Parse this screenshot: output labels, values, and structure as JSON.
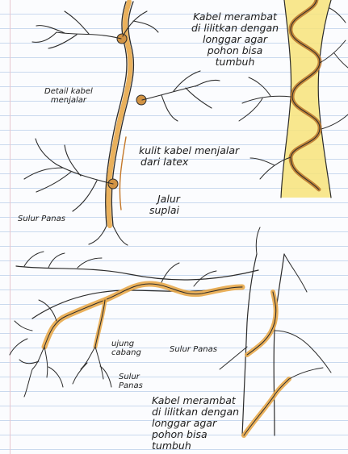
{
  "labels": {
    "top_right_note": [
      "Kabel merambat",
      "di lilitkan dengan",
      "longgar agar",
      "pohon bisa",
      "tumbuh"
    ],
    "detail": [
      "Detail kabel",
      "menjalar"
    ],
    "latex": [
      "kulit kabel menjalar",
      "dari latex"
    ],
    "supply": [
      "Jalur",
      "suplai"
    ],
    "sulur_panas_top": "Sulur Panas",
    "ujung": [
      "ujung",
      "cabang"
    ],
    "sulur_panas_mid": "Sulur Panas",
    "sulur_panas_low": [
      "Sulur",
      "Panas"
    ],
    "bottom_note": [
      "Kabel merambat",
      "di lilitkan dengan",
      "longgar agar",
      "pohon bisa",
      "tumbuh"
    ]
  },
  "colors": {
    "cable": "#e8a84a",
    "cable_dark": "#b8732a",
    "tree_fill": "#f7e37a",
    "ink": "#2b2b2b",
    "paper_line": "#c9d9ee"
  }
}
